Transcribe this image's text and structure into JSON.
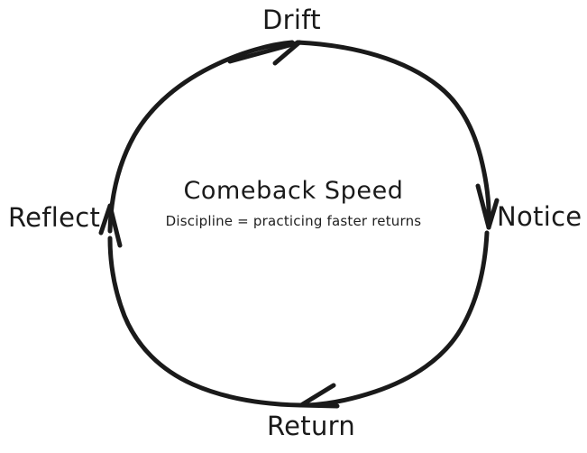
{
  "diagram": {
    "type": "cycle",
    "direction": "clockwise",
    "style": "hand-drawn",
    "background_color": "#ffffff",
    "stroke_color": "#1a1a1a",
    "text_color": "#1a1a1a",
    "center": {
      "title": "Comeback Speed",
      "subtitle": "Discipline = practicing faster returns"
    },
    "nodes": [
      {
        "id": "drift",
        "label": "Drift",
        "position": "top"
      },
      {
        "id": "notice",
        "label": "Notice",
        "position": "right"
      },
      {
        "id": "return",
        "label": "Return",
        "position": "bottom"
      },
      {
        "id": "reflect",
        "label": "Reflect",
        "position": "left"
      }
    ],
    "arrows": [
      {
        "id": "arrow-top",
        "at": "drift",
        "points": "right"
      },
      {
        "id": "arrow-right",
        "at": "notice",
        "points": "down"
      },
      {
        "id": "arrow-bottom",
        "at": "return",
        "points": "left"
      },
      {
        "id": "arrow-left",
        "at": "reflect",
        "points": "up"
      }
    ]
  }
}
